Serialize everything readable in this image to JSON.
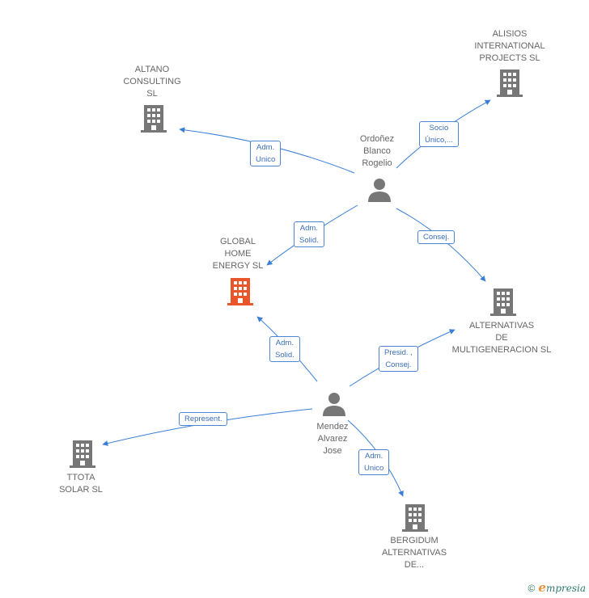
{
  "colors": {
    "edge": "#3a7fd6",
    "building": "#777777",
    "building_highlight": "#e8562a",
    "person": "#777777"
  },
  "nodes": {
    "altano": {
      "label": "ALTANO\nCONSULTING\nSL",
      "icon": "building-icon"
    },
    "alisios": {
      "label": "ALISIOS\nINTERNATIONAL\nPROJECTS SL",
      "icon": "building-icon"
    },
    "ordonez": {
      "label": "Ordoñez\nBlanco\nRogelio",
      "icon": "person-icon"
    },
    "global_home": {
      "label": "GLOBAL\nHOME\nENERGY SL",
      "icon": "building-icon"
    },
    "alternativas": {
      "label": "ALTERNATIVAS\nDE\nMULTIGENERACION SL",
      "icon": "building-icon"
    },
    "mendez": {
      "label": "Mendez\nAlvarez\nJose",
      "icon": "person-icon"
    },
    "ttota": {
      "label": "TTOTA\nSOLAR SL",
      "icon": "building-icon"
    },
    "bergidum": {
      "label": "BERGIDUM\nALTERNATIVAS\nDE...",
      "icon": "building-icon"
    }
  },
  "edges": {
    "ordonez_altano": "Adm.\nUnico",
    "ordonez_alisios": "Socio\nÚnico,...",
    "ordonez_global": "Adm.\nSolid.",
    "ordonez_alternativas": "Consej.",
    "mendez_global": "Adm.\nSolid.",
    "mendez_alternativas": "Presid. ,\nConsej.",
    "mendez_ttota": "Represent.",
    "mendez_bergidum": "Adm.\nUnico"
  },
  "footer": {
    "copyright": "©",
    "brand_initial": "e",
    "brand_rest": "mpresia"
  }
}
